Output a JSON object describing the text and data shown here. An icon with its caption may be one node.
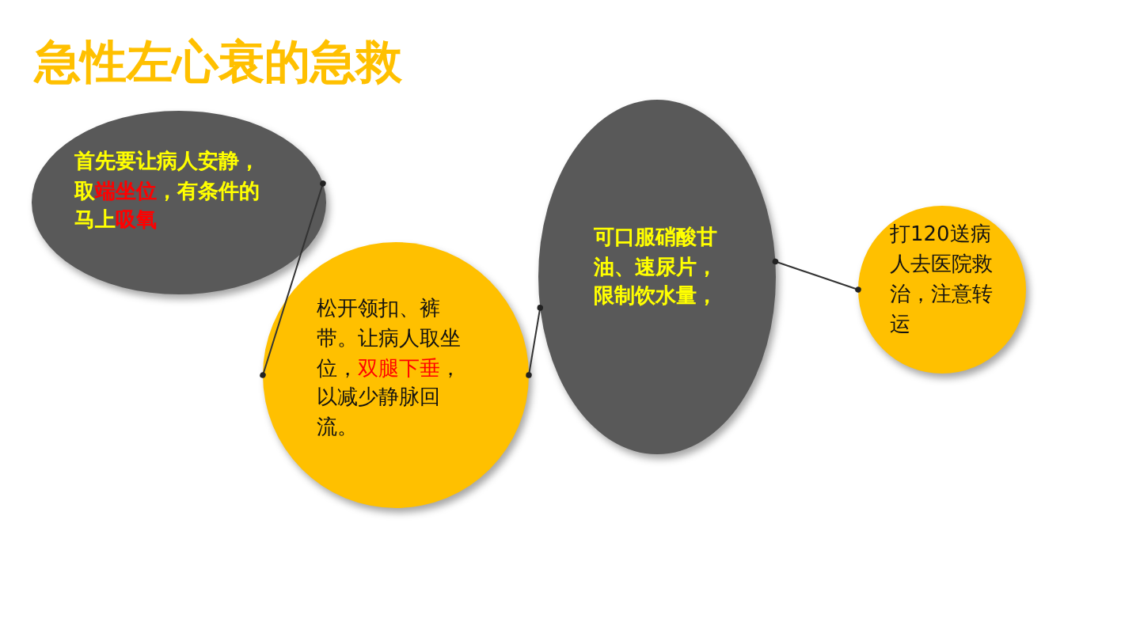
{
  "diagram": {
    "title": "急性左心衰的急救",
    "nodes": [
      {
        "text": [
          "首先要让病人安静，取**端坐位**，有条件的马上**吸氧**"
        ]
      },
      {
        "text": [
          "松开领扣、裤带。让病人取坐位，**双腿下垂**，以减少静脉回流。"
        ]
      },
      {
        "text": [
          "可口服硝酸甘油、速尿片，限制饮水量，"
        ]
      },
      {
        "text": [
          "打120送病人去医院救治，注意转运"
        ]
      }
    ],
    "edges": [
      {
        "from": 0,
        "to": 1,
        "arrow": "other"
      },
      {
        "from": 1,
        "to": 2,
        "arrow": "other"
      },
      {
        "from": 2,
        "to": 3,
        "arrow": "other"
      }
    ]
  }
}
